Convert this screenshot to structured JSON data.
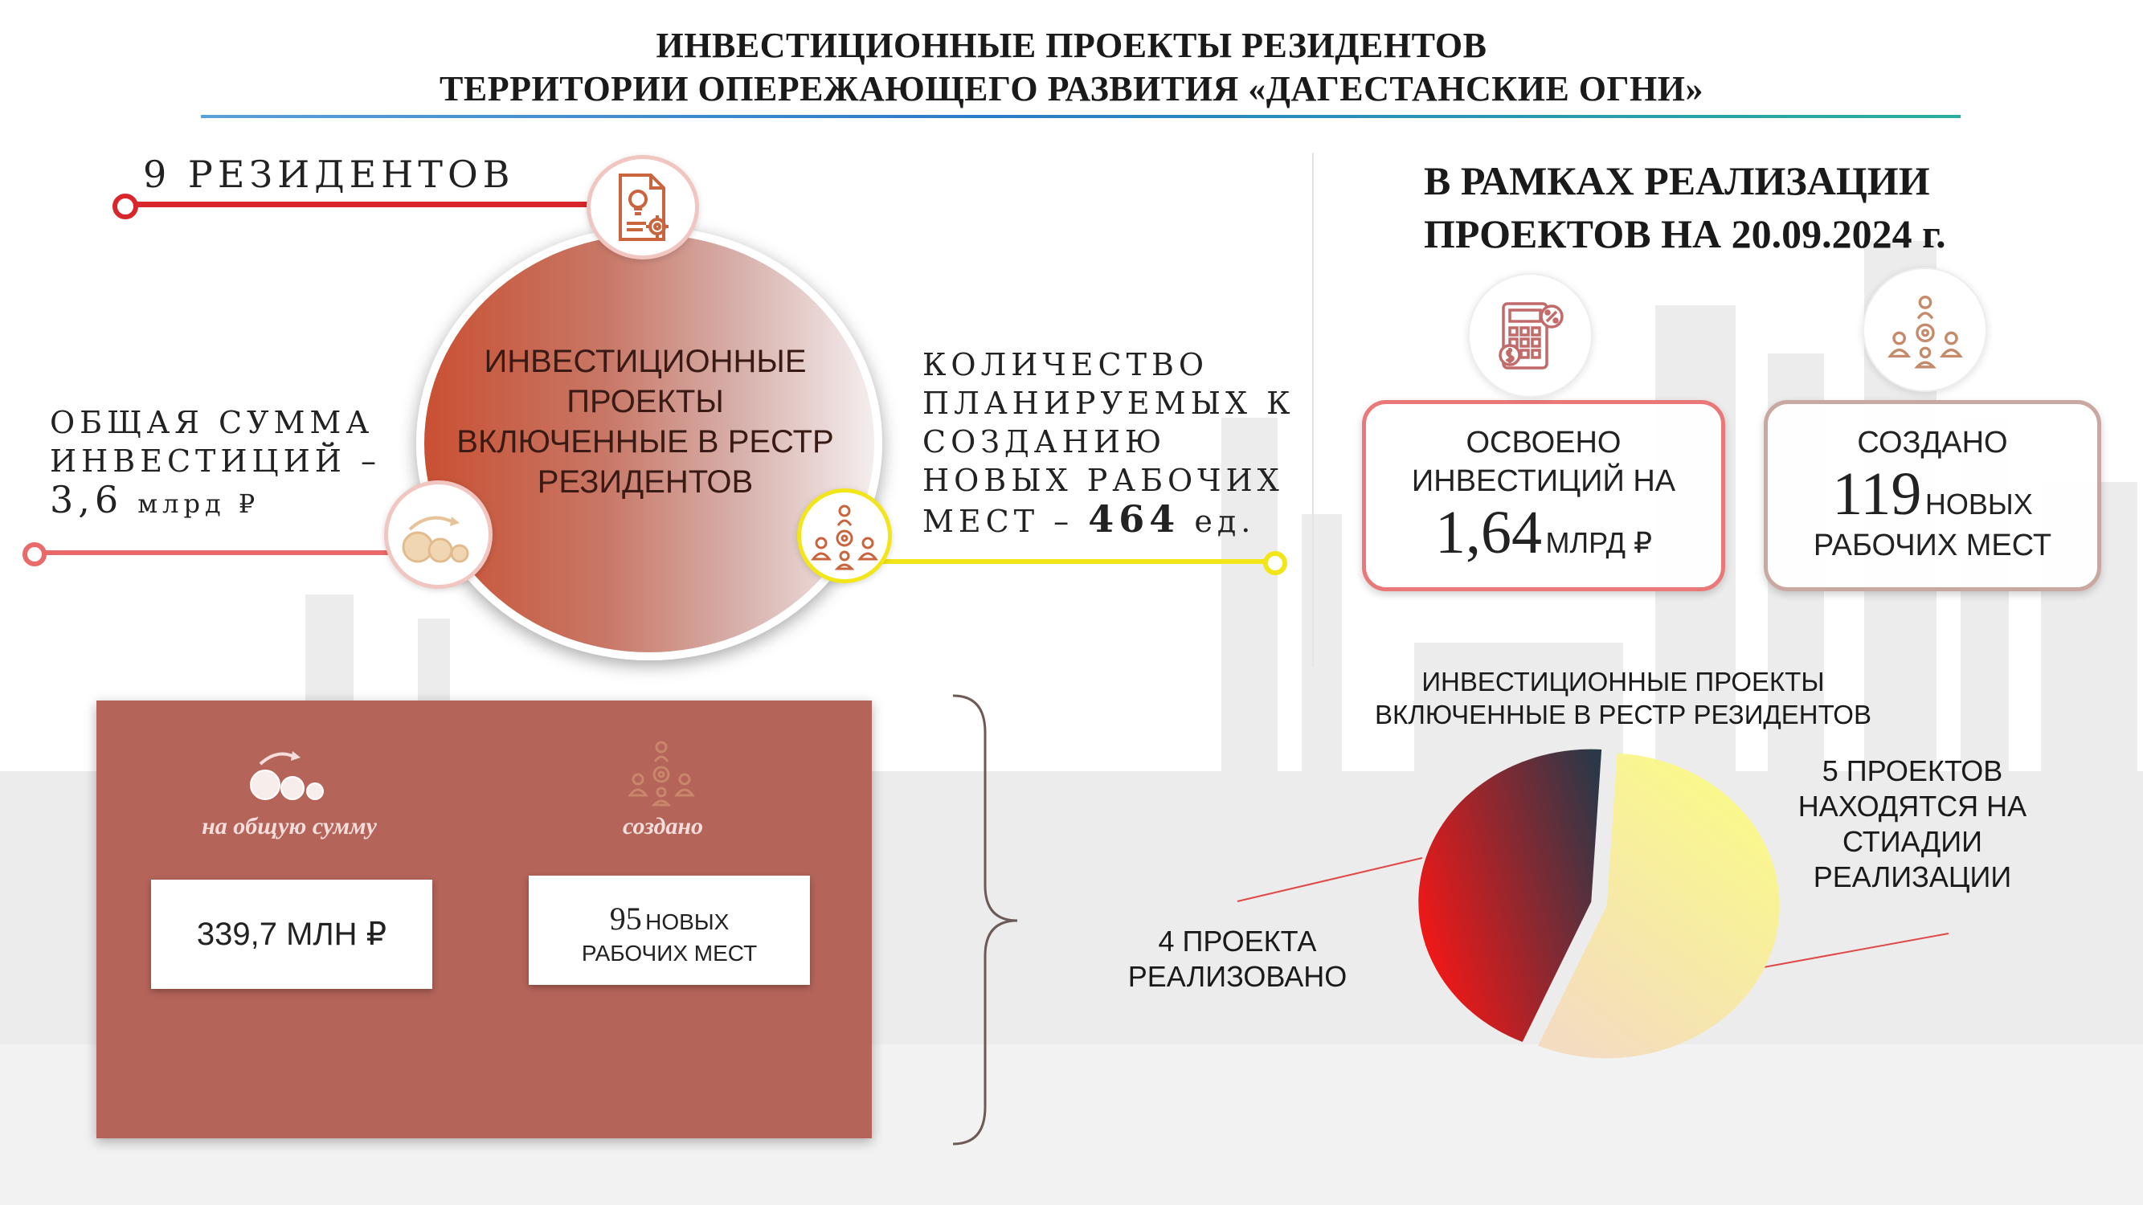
{
  "header": {
    "title_line1": "ИНВЕСТИЦИОННЫЕ ПРОЕКТЫ РЕЗИДЕНТОВ",
    "title_line2": "ТЕРРИТОРИИ ОПЕРЕЖАЮЩЕГО РАЗВИТИЯ «ДАГЕСТАНСКИЕ ОГНИ»"
  },
  "left": {
    "residents": "9 РЕЗИДЕНТОВ",
    "circle_line1": "ИНВЕСТИЦИОННЫЕ",
    "circle_line2": "ПРОЕКТЫ",
    "circle_line3": "ВКЛЮЧЕННЫЕ В РЕСТР",
    "circle_line4": "РЕЗИДЕНТОВ",
    "sum_line1": "ОБЩАЯ СУММА",
    "sum_line2": "ИНВЕСТИЦИЙ –",
    "sum_value": "3,6",
    "sum_unit": "млрд ₽",
    "jobs_line1": "КОЛИЧЕСТВО",
    "jobs_line2": "ПЛАНИРУЕМЫХ К",
    "jobs_line3": "СОЗДАНИЮ",
    "jobs_line4": "НОВЫХ РАБОЧИХ",
    "jobs_prefix": "МЕСТ –",
    "jobs_value": "464",
    "jobs_unit": "ед."
  },
  "right": {
    "heading_line1": "В РАМКАХ РЕАЛИЗАЦИИ",
    "heading_line2": "ПРОЕКТОВ НА 20.09.2024 г.",
    "invest_line1": "ОСВОЕНО",
    "invest_line2": "ИНВЕСТИЦИЙ НА",
    "invest_value": "1,64",
    "invest_unit": "МЛРД ₽",
    "jobs_line1": "СОЗДАНО",
    "jobs_value": "119",
    "jobs_unit": "НОВЫХ",
    "jobs_line3": "РАБОЧИХ МЕСТ"
  },
  "panel": {
    "caption_sum": "на общую сумму",
    "caption_created": "создано",
    "sum_value": "339,7 МЛН ₽",
    "jobs_value": "95",
    "jobs_unit": "НОВЫХ",
    "jobs_line2": "РАБОЧИХ МЕСТ"
  },
  "pie": {
    "title_line1": "ИНВЕСТИЦИОННЫЕ ПРОЕКТЫ",
    "title_line2": "ВКЛЮЧЕННЫЕ В РЕСТР РЕЗИДЕНТОВ",
    "label5_line1": "5 ПРОЕКТОВ",
    "label5_line2": "НАХОДЯТСЯ НА",
    "label5_line3": "СТИАДИИ",
    "label5_line4": "РЕАЛИЗАЦИИ",
    "label4_line1": "4 ПРОЕКТА",
    "label4_line2": "РЕАЛИЗОВАНО",
    "slices": [
      {
        "value": 5,
        "color_from": "#fbfb86",
        "color_to": "#f3dcc0"
      },
      {
        "value": 4,
        "color_from": "#f01818",
        "color_to": "#2a3848"
      }
    ]
  },
  "colors": {
    "accent_red": "#d8262a",
    "accent_pink": "#ea6a6a",
    "accent_yellow": "#f2e518",
    "panel": "#b5645a"
  },
  "icons": {
    "residents": "document-lightbulb-gear-icon",
    "sum": "coins-growth-icon",
    "jobs": "team-gear-icon",
    "invest": "calculator-percent-icon",
    "created": "team-gear-icon"
  }
}
